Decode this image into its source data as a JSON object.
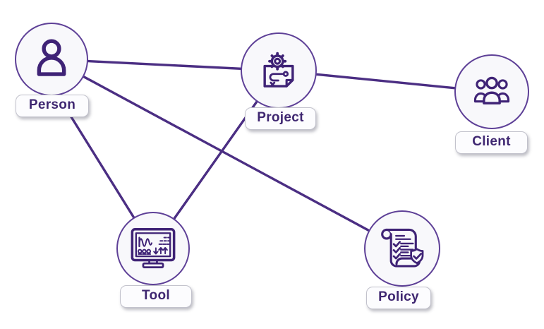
{
  "diagram": {
    "nodes": {
      "person": {
        "label": "Person",
        "icon": "person-icon"
      },
      "project": {
        "label": "Project",
        "icon": "project-plan-icon"
      },
      "client": {
        "label": "Client",
        "icon": "client-group-icon"
      },
      "tool": {
        "label": "Tool",
        "icon": "tool-monitor-icon"
      },
      "policy": {
        "label": "Policy",
        "icon": "policy-document-icon"
      }
    },
    "edges": [
      {
        "from": "person",
        "to": "project"
      },
      {
        "from": "person",
        "to": "tool"
      },
      {
        "from": "person",
        "to": "policy"
      },
      {
        "from": "project",
        "to": "client"
      },
      {
        "from": "project",
        "to": "tool"
      }
    ],
    "colors": {
      "edge": "#4b2e83",
      "node_border": "#5e4097",
      "node_fill": "#f8f8fb",
      "icon_stroke": "#3f2376",
      "label_text": "#3f2771",
      "label_border": "#c2c2cc",
      "background": "#ffffff"
    }
  }
}
